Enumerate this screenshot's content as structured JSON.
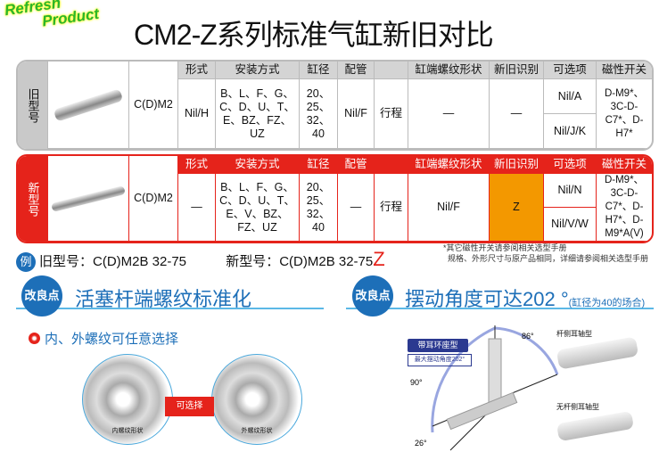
{
  "badge": {
    "line1": "Refresh",
    "line2": "Product"
  },
  "title": "CM2-Z系列标准气缸新旧对比",
  "headers": [
    "形式",
    "安装方式",
    "缸径",
    "配管",
    "",
    "缸端螺纹形状",
    "新旧识别",
    "可选项",
    "磁性开关"
  ],
  "old": {
    "label": "旧型号",
    "model": "C(D)M2",
    "form": "Nil/H",
    "mount": "B、L、F、G、C、D、U、T、E、BZ、FZ、UZ",
    "bore": "20、25、32、40",
    "piping": "Nil/F",
    "stroke": "行程",
    "thread": "—",
    "ident": "—",
    "options": [
      "Nil/A",
      "Nil/J/K"
    ],
    "switch": "D-M9*、3C-D-C7*、D-H7*"
  },
  "new": {
    "label": "新型号",
    "model": "C(D)M2",
    "form": "—",
    "mount": "B、L、F、G、C、D、U、T、E、V、BZ、FZ、UZ",
    "bore": "20、25、32、40",
    "piping": "—",
    "stroke": "行程",
    "thread": "Nil/F",
    "ident": "Z",
    "options": [
      "Nil/N",
      "Nil/V/W"
    ],
    "switch": "D-M9*、3C-D-C7*、D-H7*、D-M9*A(V)"
  },
  "example": {
    "icon": "例",
    "old": "旧型号：C(D)M2B 32-75",
    "new": "新型号：C(D)M2B 32-75",
    "suffix": "Z"
  },
  "notes": [
    "*其它磁性开关请参阅相关选型手册",
    "规格、外形尺寸与原产品相同，详细请参阅相关选型手册"
  ],
  "section1": {
    "badge": "改良点",
    "title": "活塞杆端螺纹标准化",
    "bullet": "内、外螺纹可任意选择",
    "inner": "内螺纹形状",
    "outer": "外螺纹形状",
    "choose": "可选择"
  },
  "section2": {
    "badge": "改良点",
    "title": "摆动角度可达202 °",
    "sub": "(缸径为40的场合)",
    "type": "带耳环座型",
    "max": "最大摆动角度202°",
    "a86": "86°",
    "a90": "90°",
    "a26": "26°",
    "rod": "杆侧耳轴型",
    "norod": "无杆侧耳轴型"
  }
}
